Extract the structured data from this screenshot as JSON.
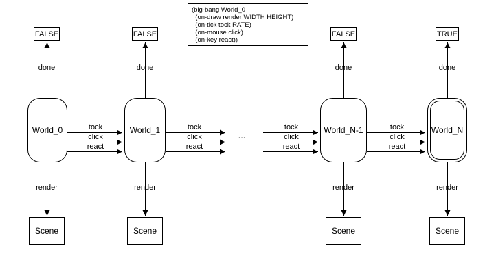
{
  "code_box": {
    "lines": [
      "(big-bang World_0",
      "  (on-draw render WIDTH HEIGHT)",
      "  (on-tick tock RATE)",
      "  (on-mouse click)",
      "  (on-key react))"
    ]
  },
  "nodes": {
    "worlds": [
      "World_0",
      "World_1",
      "World_N-1",
      "World_N"
    ],
    "stop_flags": [
      "FALSE",
      "FALSE",
      "FALSE",
      "TRUE"
    ],
    "scenes": [
      "Scene",
      "Scene",
      "Scene",
      "Scene"
    ]
  },
  "edge_labels": {
    "done": "done",
    "render": "render",
    "tock": "tock",
    "click": "click",
    "react": "react"
  },
  "ellipsis": "..."
}
